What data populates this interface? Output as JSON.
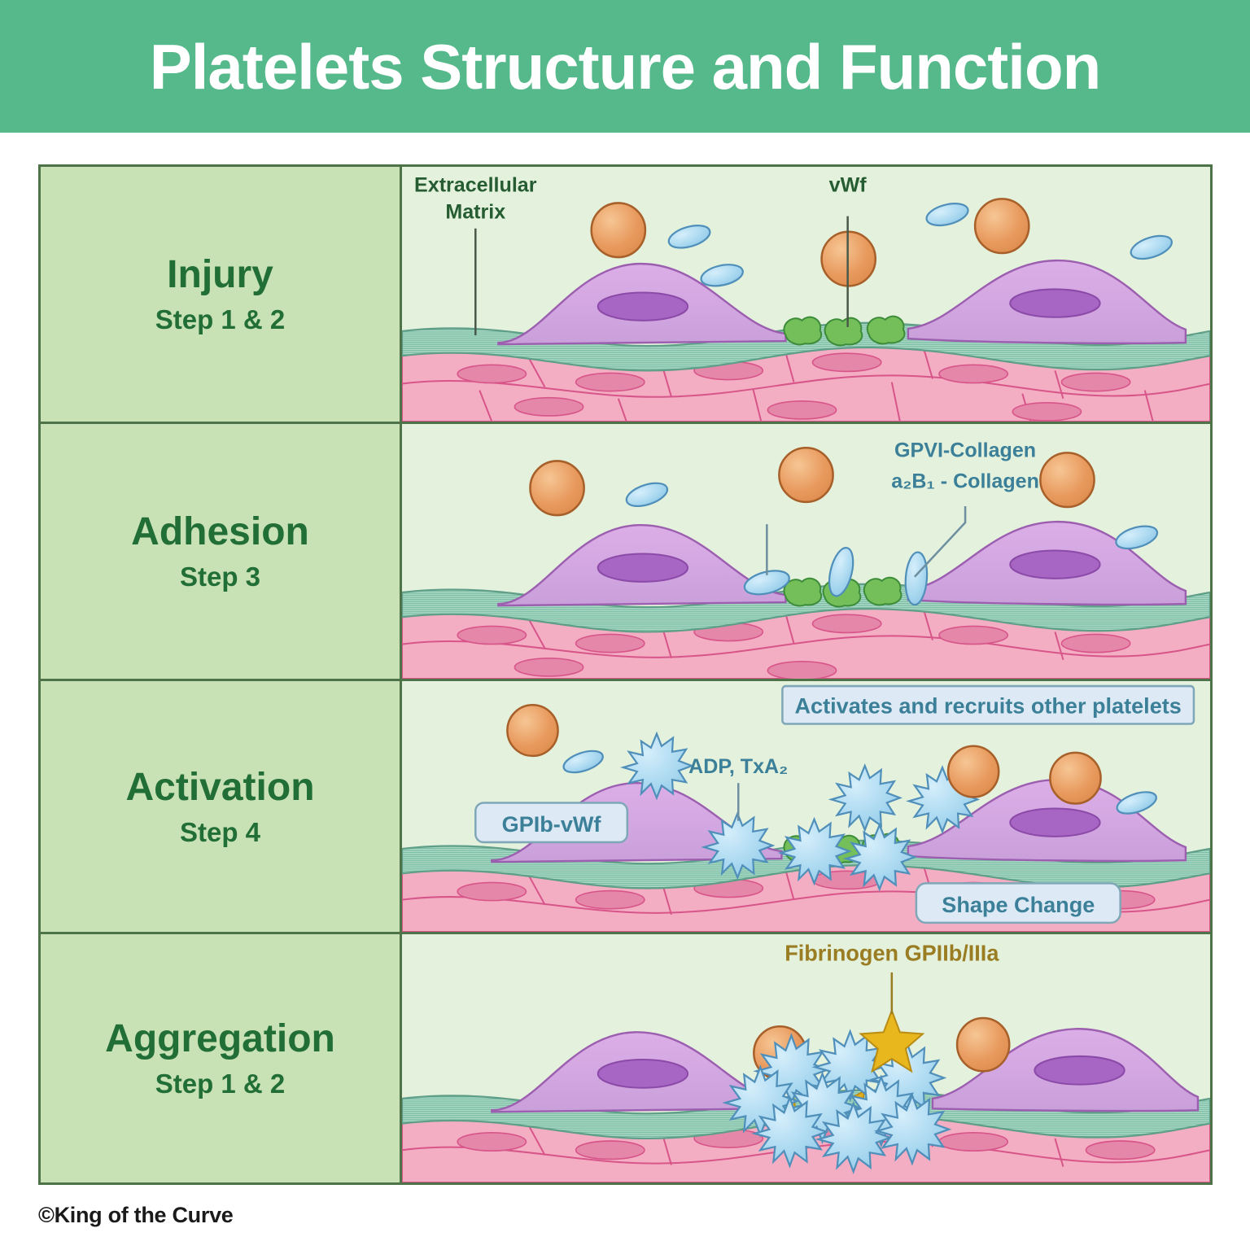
{
  "header": {
    "title": "Platelets Structure and Function",
    "bg_color": "#56b98b",
    "text_color": "#ffffff"
  },
  "footer": {
    "credit": "©King of the Curve"
  },
  "theme": {
    "sidebar_bg": "#c9e2b5",
    "panel_bg": "#e4f1dc",
    "border": "#4e7348",
    "stage_text": "#226e37",
    "teal_label": "#3b8098",
    "gold_label": "#9a7d22",
    "rbc_fill": "#e79a5c",
    "rbc_stroke": "#a8602a",
    "platelet_fill": "#a8d5ef",
    "platelet_stroke": "#4f8fba",
    "endothelium_fill": "#d3a8e0",
    "endothelium_stroke": "#9055a8",
    "nucleus_fill": "#a濃",
    "matrix_fill": "#a9d9c6",
    "matrix_stroke": "#5a9e8a",
    "subendothelium_fill": "#f0a8bf",
    "subendothelium_stroke": "#d44f7d",
    "vwf_fill": "#79c25d",
    "vwf_stroke": "#3f8a3a",
    "fibrinogen_fill": "#e8b71e"
  },
  "rows": [
    {
      "id": "injury",
      "stage": "Injury",
      "step": "Step 1 & 2",
      "labels": [
        {
          "id": "extracellular-matrix",
          "text": "Extracellular",
          "text2": "Matrix",
          "style": "dark",
          "leader": true
        },
        {
          "id": "vwf",
          "text": "vWf",
          "style": "dark",
          "leader": true
        }
      ]
    },
    {
      "id": "adhesion",
      "stage": "Adhesion",
      "step": "Step 3",
      "labels": [
        {
          "id": "gpvi-collagen",
          "text": "GPVI-Collagen",
          "style": "teal",
          "leader": true
        },
        {
          "id": "a2b1-collagen",
          "text": "a₂B₁ - Collagen",
          "style": "teal",
          "leader": true
        }
      ]
    },
    {
      "id": "activation",
      "stage": "Activation",
      "step": "Step 4",
      "labels": [
        {
          "id": "activates-recruits",
          "text": "Activates and recruits other platelets",
          "style": "callout"
        },
        {
          "id": "adp-txa2",
          "text": "ADP, TxA₂",
          "style": "teal",
          "leader": true
        },
        {
          "id": "gpib-vwf",
          "text": "GPIb-vWf",
          "style": "callout"
        },
        {
          "id": "shape-change",
          "text": "Shape Change",
          "style": "callout"
        }
      ]
    },
    {
      "id": "aggregation",
      "stage": "Aggregation",
      "step": "Step 1 & 2",
      "labels": [
        {
          "id": "fibrinogen-gpiibiiia",
          "text": "Fibrinogen GPIIb/IIIa",
          "style": "gold",
          "leader": true
        }
      ]
    }
  ]
}
